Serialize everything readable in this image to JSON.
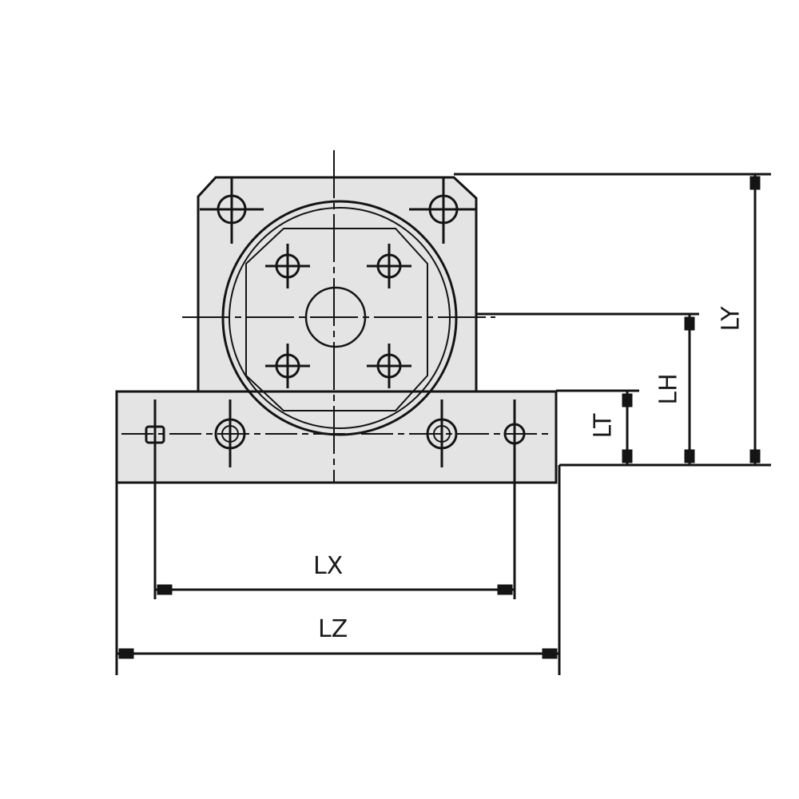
{
  "diagram": {
    "type": "technical-drawing",
    "subject": "bearing block / mounting bracket front view",
    "colors": {
      "background": "#ffffff",
      "fill": "#e4e4e4",
      "line": "#141414"
    },
    "dimensions": {
      "LX": "LX",
      "LZ": "LZ",
      "LY": "LY",
      "LH": "LH",
      "LT": "LT"
    }
  }
}
